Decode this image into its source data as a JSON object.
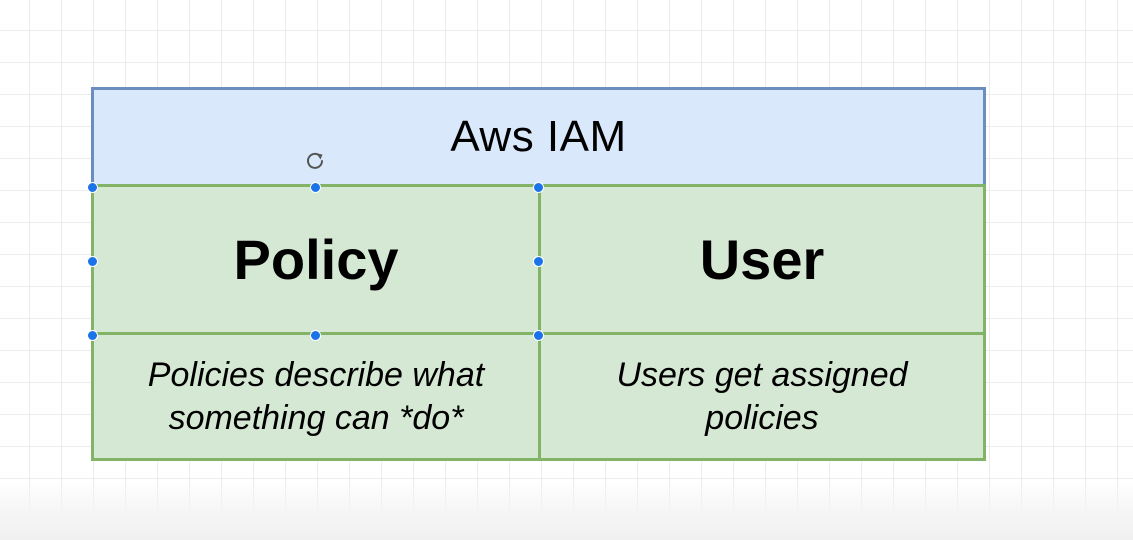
{
  "diagram": {
    "header": {
      "label": "Aws IAM",
      "fill": "#dae8fc",
      "stroke": "#6c8ebf"
    },
    "columns": [
      {
        "title": "Policy",
        "description": "Policies describe what something can *do*"
      },
      {
        "title": "User",
        "description": "Users get assigned policies"
      }
    ],
    "cell_fill": "#d5e8d4",
    "cell_stroke": "#82b366",
    "selection_handle_color": "#1a73e8"
  }
}
